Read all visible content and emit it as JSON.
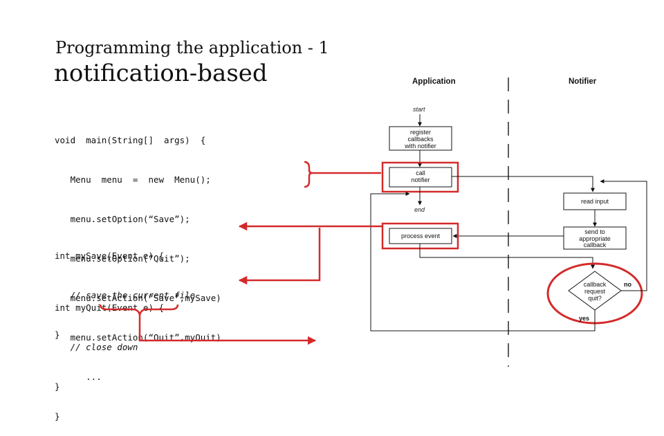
{
  "slide": {
    "title": "Programming the application - 1",
    "subtitle": "notification-based"
  },
  "code": {
    "main_lines": [
      "void  main(String[]  args)  {",
      "   Menu  menu  =  new  Menu();",
      "   menu.setOption(“Save”);",
      "   menu.setOption(“Quit”);",
      "   menu.setAction(“Save”,mySave)",
      "   menu.setAction(“Quit”,myQuit)",
      "      ...",
      "}"
    ],
    "save_sig": "int mySave(Event e) {",
    "save_comment": "   // save the current file",
    "save_close": "}",
    "quit_sig": "int myQuit(Event e) {",
    "quit_comment": "   // close down",
    "quit_close": "}"
  },
  "diagram": {
    "col_application": "Application",
    "col_notifier": "Notifier",
    "start": "start",
    "end": "end",
    "register": [
      "register",
      "callbacks",
      "with notifier"
    ],
    "call": [
      "call",
      "notifier"
    ],
    "process": "process event",
    "read_input": "read input",
    "send": [
      "send to",
      "appropriate",
      "callback"
    ],
    "decision": [
      "callback",
      "request",
      "quit?"
    ],
    "no": "no",
    "yes": "yes"
  },
  "colors": {
    "highlight_red": "#d42a2a",
    "flow_line": "#111111"
  }
}
